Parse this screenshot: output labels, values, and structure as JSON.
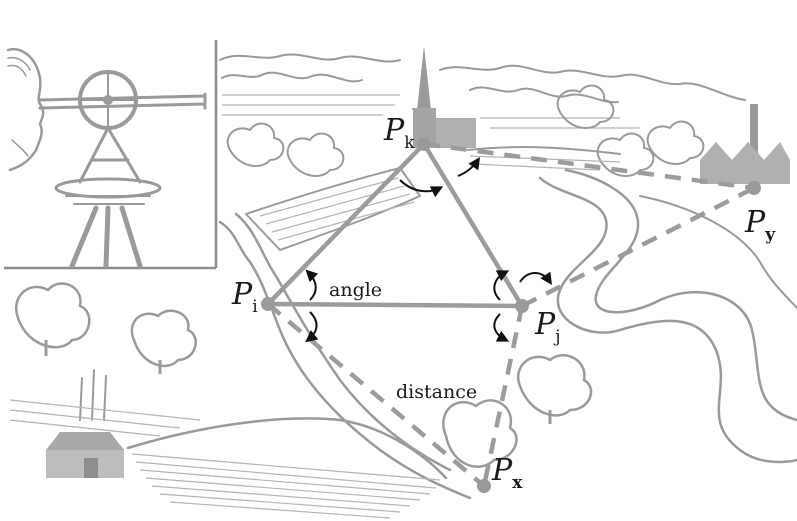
{
  "points": {
    "i": {
      "base": "P",
      "sub": "i"
    },
    "j": {
      "base": "P",
      "sub": "j"
    },
    "k": {
      "base": "P",
      "sub": "k"
    },
    "x": {
      "base": "P",
      "sub": "x"
    },
    "y": {
      "base": "P",
      "sub": "y"
    }
  },
  "labels": {
    "angle": "angle",
    "distance": "distance"
  }
}
